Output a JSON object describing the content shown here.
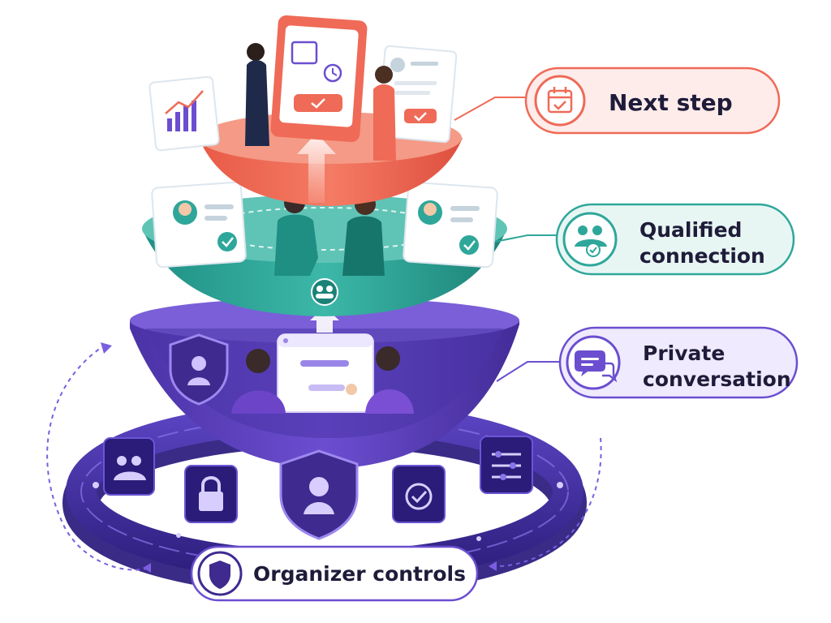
{
  "labels": {
    "next_step": "Next step",
    "qualified_line1": "Qualified",
    "qualified_line2": "connection",
    "private_line1": "Private",
    "private_line2": "conversation",
    "organizer": "Organizer controls"
  },
  "icons": {
    "next_step": "calendar-check-icon",
    "qualified": "group-check-icon",
    "private": "chat-bubbles-icon",
    "organizer": "shield-icon",
    "ring_tiles": [
      "people-icon",
      "lock-icon",
      "shield-user-icon",
      "check-icon",
      "sliders-icon"
    ]
  },
  "colors": {
    "coral": "#ef6a57",
    "teal": "#2ea79a",
    "purple": "#5a3fb8",
    "dark_purple": "#3f2a8f",
    "ink": "#1f1c3a"
  }
}
